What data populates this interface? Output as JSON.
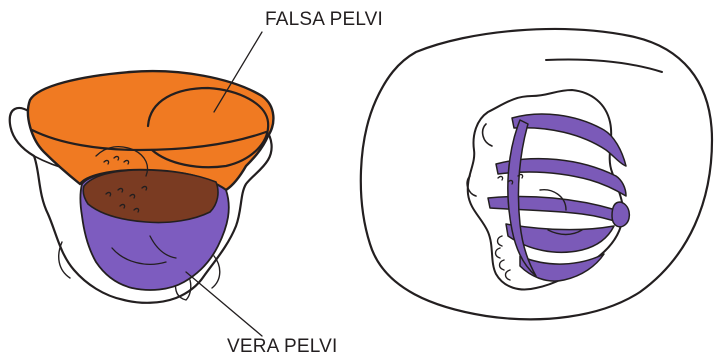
{
  "labels": {
    "falsa": "FALSA PELVI",
    "vera": "VERA PELVI"
  },
  "colors": {
    "falsa_fill": "#f07a22",
    "vera_fill": "#7d5cbf",
    "overlap_fill": "#7a3b22",
    "ligament_fill": "#7b5ab8",
    "stroke": "#231f20"
  },
  "icons": {
    "left_panel": "pelvis-side-view-illustration",
    "right_panel": "pelvic-floor-top-view-illustration"
  }
}
